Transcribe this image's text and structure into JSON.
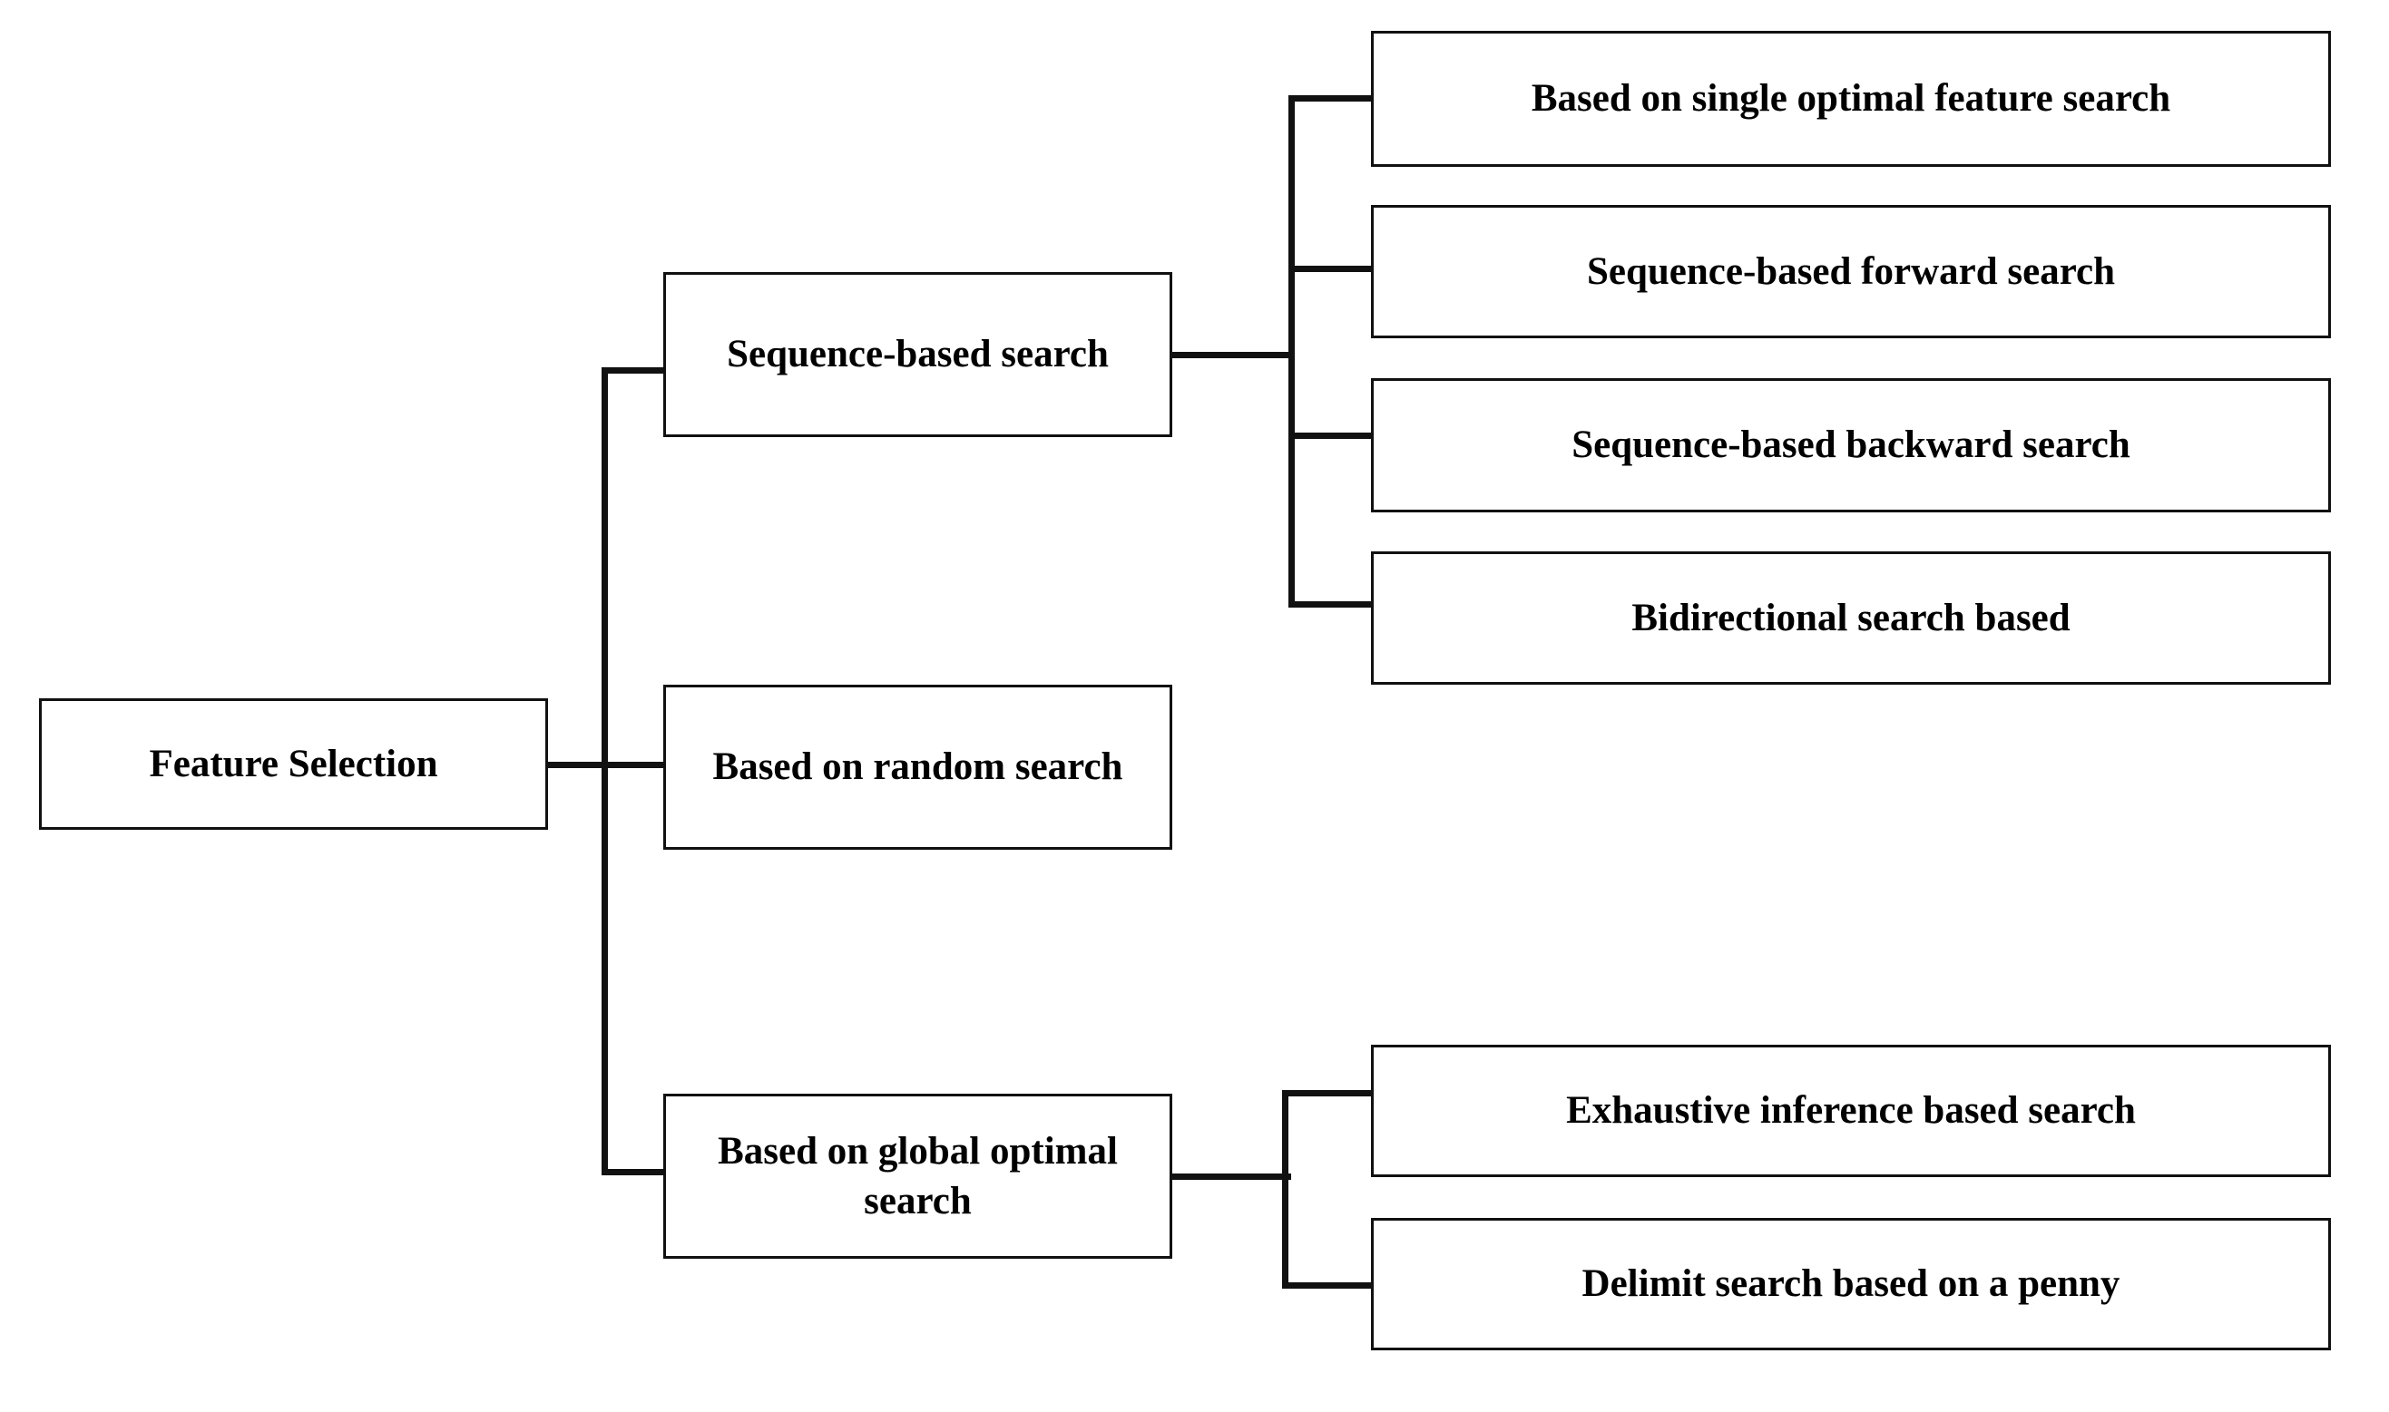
{
  "diagram": {
    "title": "Feature Selection",
    "root": {
      "label": "Feature Selection"
    },
    "branches": [
      {
        "label": "Sequence-based search",
        "children": [
          {
            "label": "Based on single optimal feature search"
          },
          {
            "label": "Sequence-based forward search"
          },
          {
            "label": "Sequence-based backward search"
          },
          {
            "label": "Bidirectional search based"
          }
        ]
      },
      {
        "label": "Based on random search",
        "children": []
      },
      {
        "label": "Based on global optimal search",
        "children": [
          {
            "label": "Exhaustive inference based search"
          },
          {
            "label": "Delimit search based on a penny"
          }
        ]
      }
    ],
    "colors": {
      "line": "#111111",
      "box_border": "#111111",
      "box_fill": "#ffffff",
      "text": "#000000",
      "background": "#ffffff"
    }
  }
}
